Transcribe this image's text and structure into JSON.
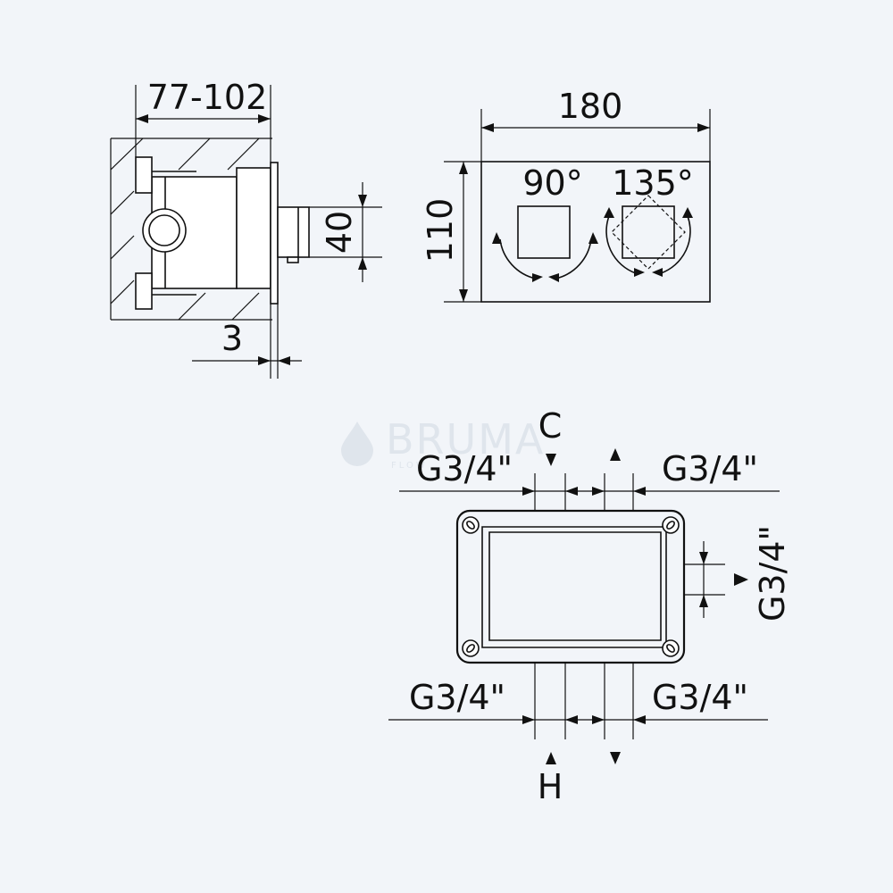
{
  "watermark": {
    "brand": "BRUMA",
    "tagline": "FLOW"
  },
  "side_view": {
    "depth_label": "77-102",
    "panel_height_label": "40",
    "plate_label": "3"
  },
  "front_view": {
    "width_label": "180",
    "height_label": "110",
    "left_handle_angle": "90°",
    "right_handle_angle": "135°"
  },
  "body_view": {
    "top_left_port": "G3/4\"",
    "top_right_port": "G3/4\"",
    "right_port": "G3/4\"",
    "bottom_left_port": "G3/4\"",
    "bottom_right_port": "G3/4\"",
    "cold_inlet_label": "C",
    "hot_inlet_label": "H"
  }
}
